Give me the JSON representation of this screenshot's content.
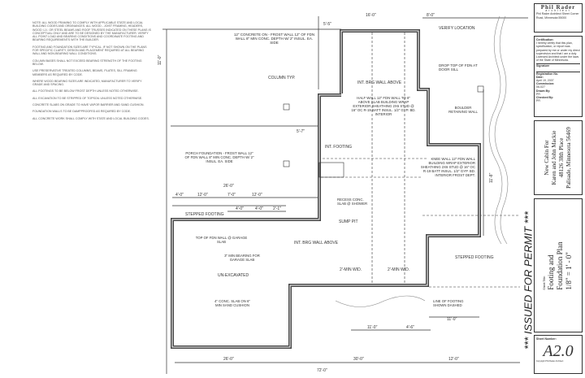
{
  "notes": [
    "NOTE: ALL WOOD FRAMING TO COMPLY WITH APPLICABLE STATE AND LOCAL BUILDING CODES AND ORDINANCES. ALL WOOD - JOIST FRAMING, HEADERS, WOOD I.J.I. OR STEEL BEAMS AND ROOF TRUSSES INDICATED ON THESE PLANS IS CONCEPTUAL ONLY AND ARE TO BE DESIGNED BY THE MANUFACTURER. VERIFY ALL POINT LOAD AND BEARING CONDITIONS AND COORDINATE FOOTING AND BEARING REQUIREMENTS WITH THE BUILDER.",
    "FOOTING AND FOUNDATION SIZES ARE TYPICAL. IF NOT SHOWN ON THE PLANS FOR SPECIFIC CLARITY, DESIGN AND PLACEMENT REQUIRED AT ALL BEARING WALL AND NON-BEARING WALL CONDITIONS.",
    "COLUMN BASES SHALL NOT EXCEED BEARING STRENGTH OF THE FOOTING BELOW.",
    "USE PRESERVATIVE TREATED COLUMNS, BEAMS, PLATES, SILL FRAMING MEMBERS AS REQUIRED BY CODE.",
    "WHERE WOOD BEARING SIZES ARE INDICATED, MANUFACTURER TO VERIFY GRADE AND SPACING.",
    "ALL FOOTINGS TO BE BELOW FROST DEPTH UNLESS NOTED OTHERWISE.",
    "ALL EXCAVATION TO BE STRIPPED OF TOPSOIL UNLESS NOTED OTHERWISE.",
    "CONCRETE SLABS ON GRADE TO HAVE VAPOR BARRIER AND SAND CUSHION.",
    "FOUNDATION WALLS TO BE DAMPPROOFED AS REQUIRED BY CODE.",
    "ALL CONCRETE WORK SHALL COMPLY WITH STATE AND LOCAL BUILDING CODES."
  ],
  "plan": {
    "dims": {
      "top_left": "5'-5\"",
      "top_mid": "16'-0\"",
      "top_right": "8'-0\"",
      "left_total": "11'-0\"",
      "garage_top": "26'-0\"",
      "garage_seg1": "4'-0\"",
      "garage_seg2": "12'-0\"",
      "garage_seg3": "7'-0\"",
      "garage_seg4": "12'-0\"",
      "step1": "4'-0\"",
      "step2": "4'-0\"",
      "step3": "2'-1\"",
      "garage_bottom": "26'-0\"",
      "bottom_total": "72'-0\"",
      "bottom_mid": "30'-0\"",
      "bottom_right": "12'-0\"",
      "lower_a": "11'-0\"",
      "lower_b": "4'-6\"",
      "right_a": "11'-0\"",
      "right_b": "11'-8\"",
      "col_dim": "5'-7\""
    },
    "labels": {
      "frost_wall": "12\" CONCRETE ON - FROST WALL 12\" OF FDN WALL 8\" MIN CONC. DEPTH W/ 2\" INSUL. EA. SIDE",
      "column": "COLUMN TYP.",
      "int_footing": "INT. FOOTING",
      "int_brg_wall": "INT. BRG WALL ABOVE",
      "half_wall": "HALF WALL 12\" FDN WALL TO 8\" ABOVE SLAB BUILDING WRAP EXTERIOR SHEATHING 2X6 STUD @ 16\" OC R-19 BATT INSUL. 1/2\" GYP. BD. INTERIOR",
      "porch_foundation": "PORCH FOUNDATION - FROST WALL 12\" OF FDN WALL 8\" MIN CONC. DEPTH W/ 2\" INSUL. EA. SIDE",
      "stepped_footing": "STEPPED FOOTING",
      "recess": "RECESS CONC. SLAB @ SHOWER",
      "sump": "SUMP PIT",
      "top_wall": "TOP OF FDN WALL @ GARAGE SLAB",
      "bearing": "3\" MIN BEARING FOR GARAGE SLAB",
      "unexcavated": "UN-EXCAVATED",
      "garage_slab": "4\" CONC. SLAB ON 6\" MIN SAND CUSHION",
      "knee_wall": "KNEE WALL 12\" FDN WALL BUILDING WRAP EXTERIOR SHEATHING 2X6 STUD @ 16\" OC R-19 BATT INSUL. 1/2\" GYP. BD. INTERIOR FROST DEPT.",
      "boulder": "BOULDER RETAINING WALL",
      "line_of_footing": "LINE OF FOOTING SHOWN DASHED",
      "stepped_footing_r": "STEPPED FOOTING",
      "min_a": "2'-MIN WID.",
      "min_b": "2'-MIN WID.",
      "drop": "DROP TOP OF FDN AT DOOR SILL",
      "vert": "VERIFY LOCATION"
    }
  },
  "permit_stamp": "*** ISSUED FOR PERMIT ***",
  "title_block": {
    "firm": "Phil Rader",
    "firm_sub": "architect",
    "firm_contact": "Phil Rader Architect Sheet Corner Road, Minnesota 55000",
    "certification_label": "Certification:",
    "certification_text": "I hereby certify that this plan, specification, or report was prepared by me or under my direct supervision and that I am a duly Licensed Architect under the laws of the State of Minnesota.",
    "signature_label": "Signature",
    "registration_label": "Registration No.",
    "date_label": "Date:",
    "date_value": "April 19, 2007",
    "commission_label": "Commission:",
    "commission_value": "06-027",
    "drawn_label": "Drawn By:",
    "drawn_value": "PR",
    "checked_label": "Checked By:",
    "checked_value": "PR",
    "project": [
      "New Cabin For",
      "Karen and John Mackie",
      "48126 38th Place",
      "Palisade, Minnesota 56469"
    ],
    "sheet_title_label": "Sheet Title:",
    "sheet_title": [
      "Footing and",
      "Foundation Plan",
      "1/8\" = 1' - 0\""
    ],
    "sheet_number_label": "Sheet Number:",
    "sheet_number": "A2.0",
    "copyright": "Copyright Phil Rader Architect"
  }
}
